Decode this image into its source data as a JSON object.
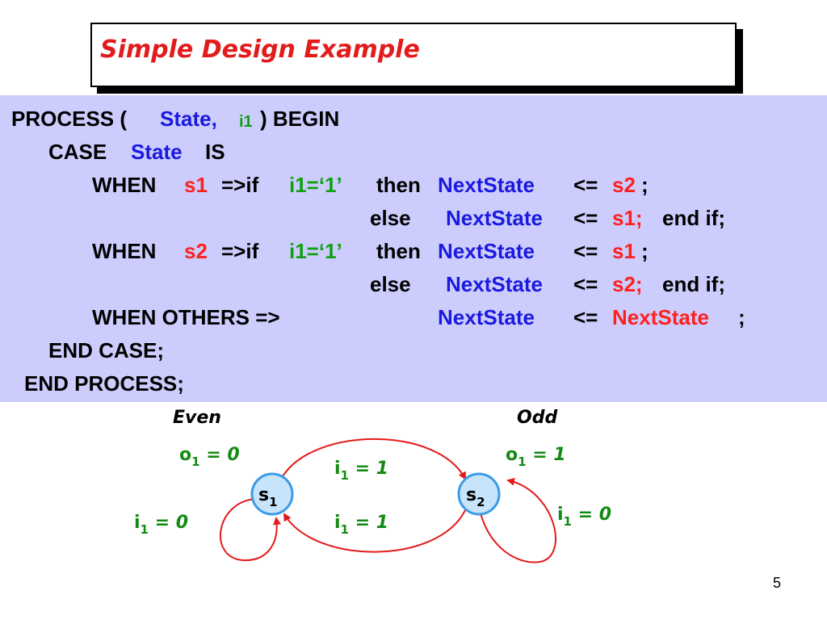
{
  "title": "Simple Design Example",
  "code": {
    "process_kw": "PROCESS (",
    "state": "State,",
    "i1": "i1",
    "begin": ") BEGIN",
    "case_kw": "CASE",
    "case_state": "State",
    "is_kw": "IS",
    "when": "WHEN",
    "s1": "s1",
    "s2": "s2",
    "arrow_if": "=>if",
    "cond": "i1=‘1’",
    "then": "then",
    "next_state": "NextState",
    "assign": "<=",
    "semicolon": ";",
    "else": "else",
    "s1_semi": "s1;",
    "s2_semi": "s2;",
    "end_if": "end if;",
    "when_others": "WHEN OTHERS =>",
    "end_case": "END CASE;",
    "end_process": "END PROCESS;"
  },
  "diagram": {
    "label_even": "Even",
    "label_odd": "Odd",
    "state1": {
      "name": "s",
      "sub": "1"
    },
    "state2": {
      "name": "s",
      "sub": "2"
    },
    "output_even": {
      "var": "o",
      "sub": "1",
      "value": " = 0"
    },
    "output_odd": {
      "var": "o",
      "sub": "1",
      "value": " = 1"
    },
    "edge_top": {
      "var": "i",
      "sub": "1",
      "value": " = 1"
    },
    "edge_bottom": {
      "var": "i",
      "sub": "1",
      "value": " = 1"
    },
    "loop_left": {
      "var": "i",
      "sub": "1",
      "value": " = 0"
    },
    "loop_right": {
      "var": "i",
      "sub": "1",
      "value": " = 0"
    },
    "colors": {
      "state_fill": "#c8e4fa",
      "state_stroke": "#3a9be8",
      "edge": "#e21b1b",
      "label": "#138b13"
    }
  },
  "page_number": "5"
}
